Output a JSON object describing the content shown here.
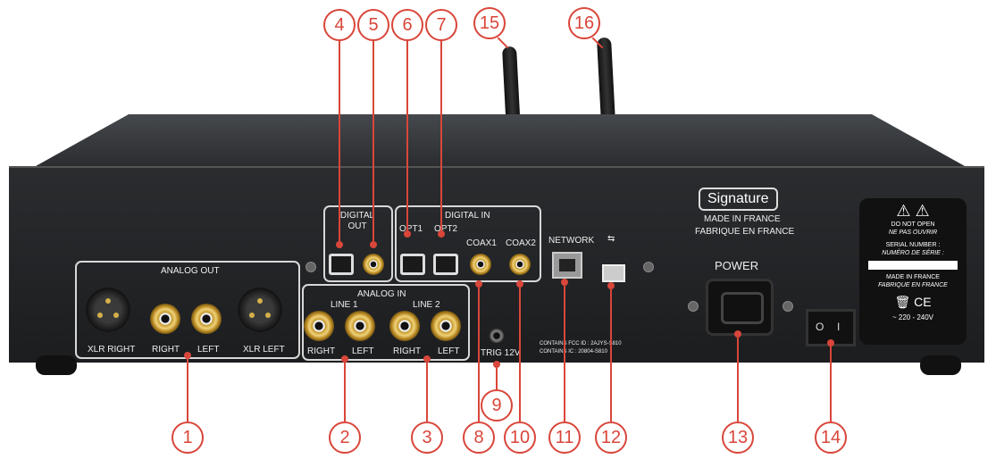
{
  "device": {
    "analog_out_label": "ANALOG OUT",
    "xlr_right_label": "XLR RIGHT",
    "xlr_left_label": "XLR LEFT",
    "right_label": "RIGHT",
    "left_label": "LEFT",
    "digital_out_label": "DIGITAL\nOUT",
    "digital_in_label": "DIGITAL IN",
    "opt1_label": "OPT1",
    "opt2_label": "OPT2",
    "coax1_label": "COAX1",
    "coax2_label": "COAX2",
    "analog_in_label": "ANALOG IN",
    "line1_label": "LINE 1",
    "line2_label": "LINE 2",
    "trig_label": "TRIG 12V",
    "network_label": "NETWORK",
    "fcc_text_1": "CONTAINS FCC ID : 2AJYS-S810",
    "fcc_text_2": "CONTAINS IC : 20804-S810",
    "signature_label": "Signature",
    "made_in_france": "MADE IN FRANCE",
    "fabrique_en_france": "FABRIQUE EN FRANCE",
    "power_label": "POWER",
    "switch_off": "O",
    "switch_on": "I",
    "sticker": {
      "do_not_open": "DO NOT OPEN",
      "ne_pas_ouvrir": "NE PAS OUVRIR",
      "serial_number": "SERIAL NUMBER :",
      "numero_de_serie": "NUMÉRO DE SÉRIE :",
      "made_in_france": "MADE IN FRANCE",
      "fabrique_en_france": "FABRIQUE EN FRANCE",
      "ce": "CE",
      "voltage": "~ 220 - 240V"
    }
  },
  "callouts": [
    "1",
    "2",
    "3",
    "4",
    "5",
    "6",
    "7",
    "8",
    "9",
    "10",
    "11",
    "12",
    "13",
    "14",
    "15",
    "16"
  ],
  "colors": {
    "callout": "#d9463a",
    "panel": "#1e1f21"
  }
}
